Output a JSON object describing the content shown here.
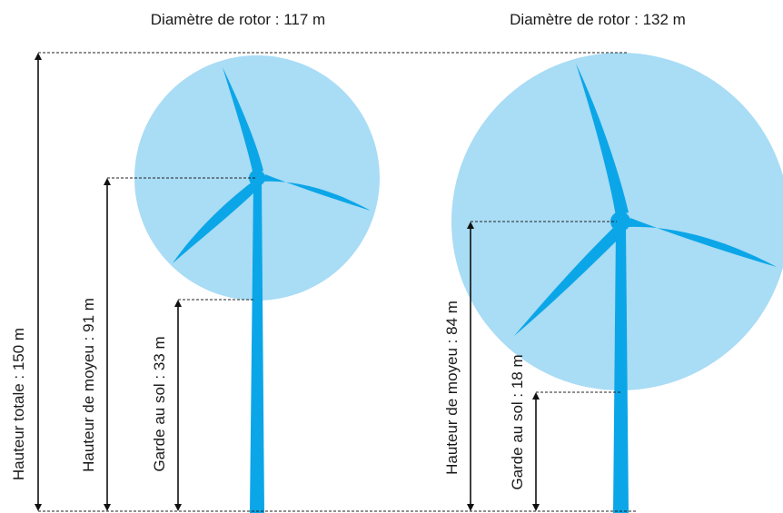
{
  "turbines": [
    {
      "rotor_diameter_label": "Diamètre de rotor : 117 m",
      "hub_height_label": "Hauteur de moyeu : 91 m",
      "ground_clearance_label": "Garde au sol : 33 m"
    },
    {
      "rotor_diameter_label": "Diamètre de rotor : 132 m",
      "hub_height_label": "Hauteur de moyeu : 84 m",
      "ground_clearance_label": "Garde au sol : 18 m"
    }
  ],
  "total_height_label": "Hauteur totale : 150 m",
  "colors": {
    "rotor_disc": "#a9dcf5",
    "blade": "#0ba6e8",
    "mast": "#0ba6e8",
    "line": "#111111"
  }
}
